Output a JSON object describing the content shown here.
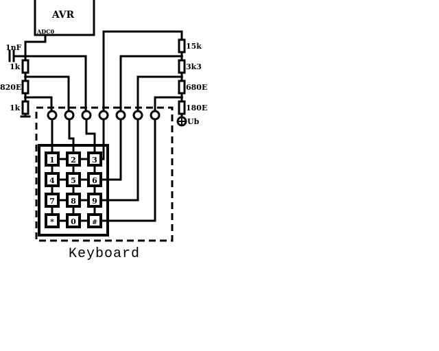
{
  "mcu": {
    "label": "AVR",
    "pin": "ADC0"
  },
  "left_components": {
    "capacitor": "1nF",
    "r1": "1k",
    "r2": "820E",
    "r3": "1k"
  },
  "right_components": {
    "r1": "15k",
    "r2": "3k3",
    "r3": "680E",
    "r4": "180E",
    "supply": "Ub"
  },
  "keyboard": {
    "label": "Keyboard",
    "keys": [
      [
        "1",
        "2",
        "3"
      ],
      [
        "4",
        "5",
        "6"
      ],
      [
        "7",
        "8",
        "9"
      ],
      [
        "*",
        "0",
        "#"
      ]
    ]
  },
  "colors": {
    "ink": "#000000",
    "paper": "#ffffff"
  }
}
